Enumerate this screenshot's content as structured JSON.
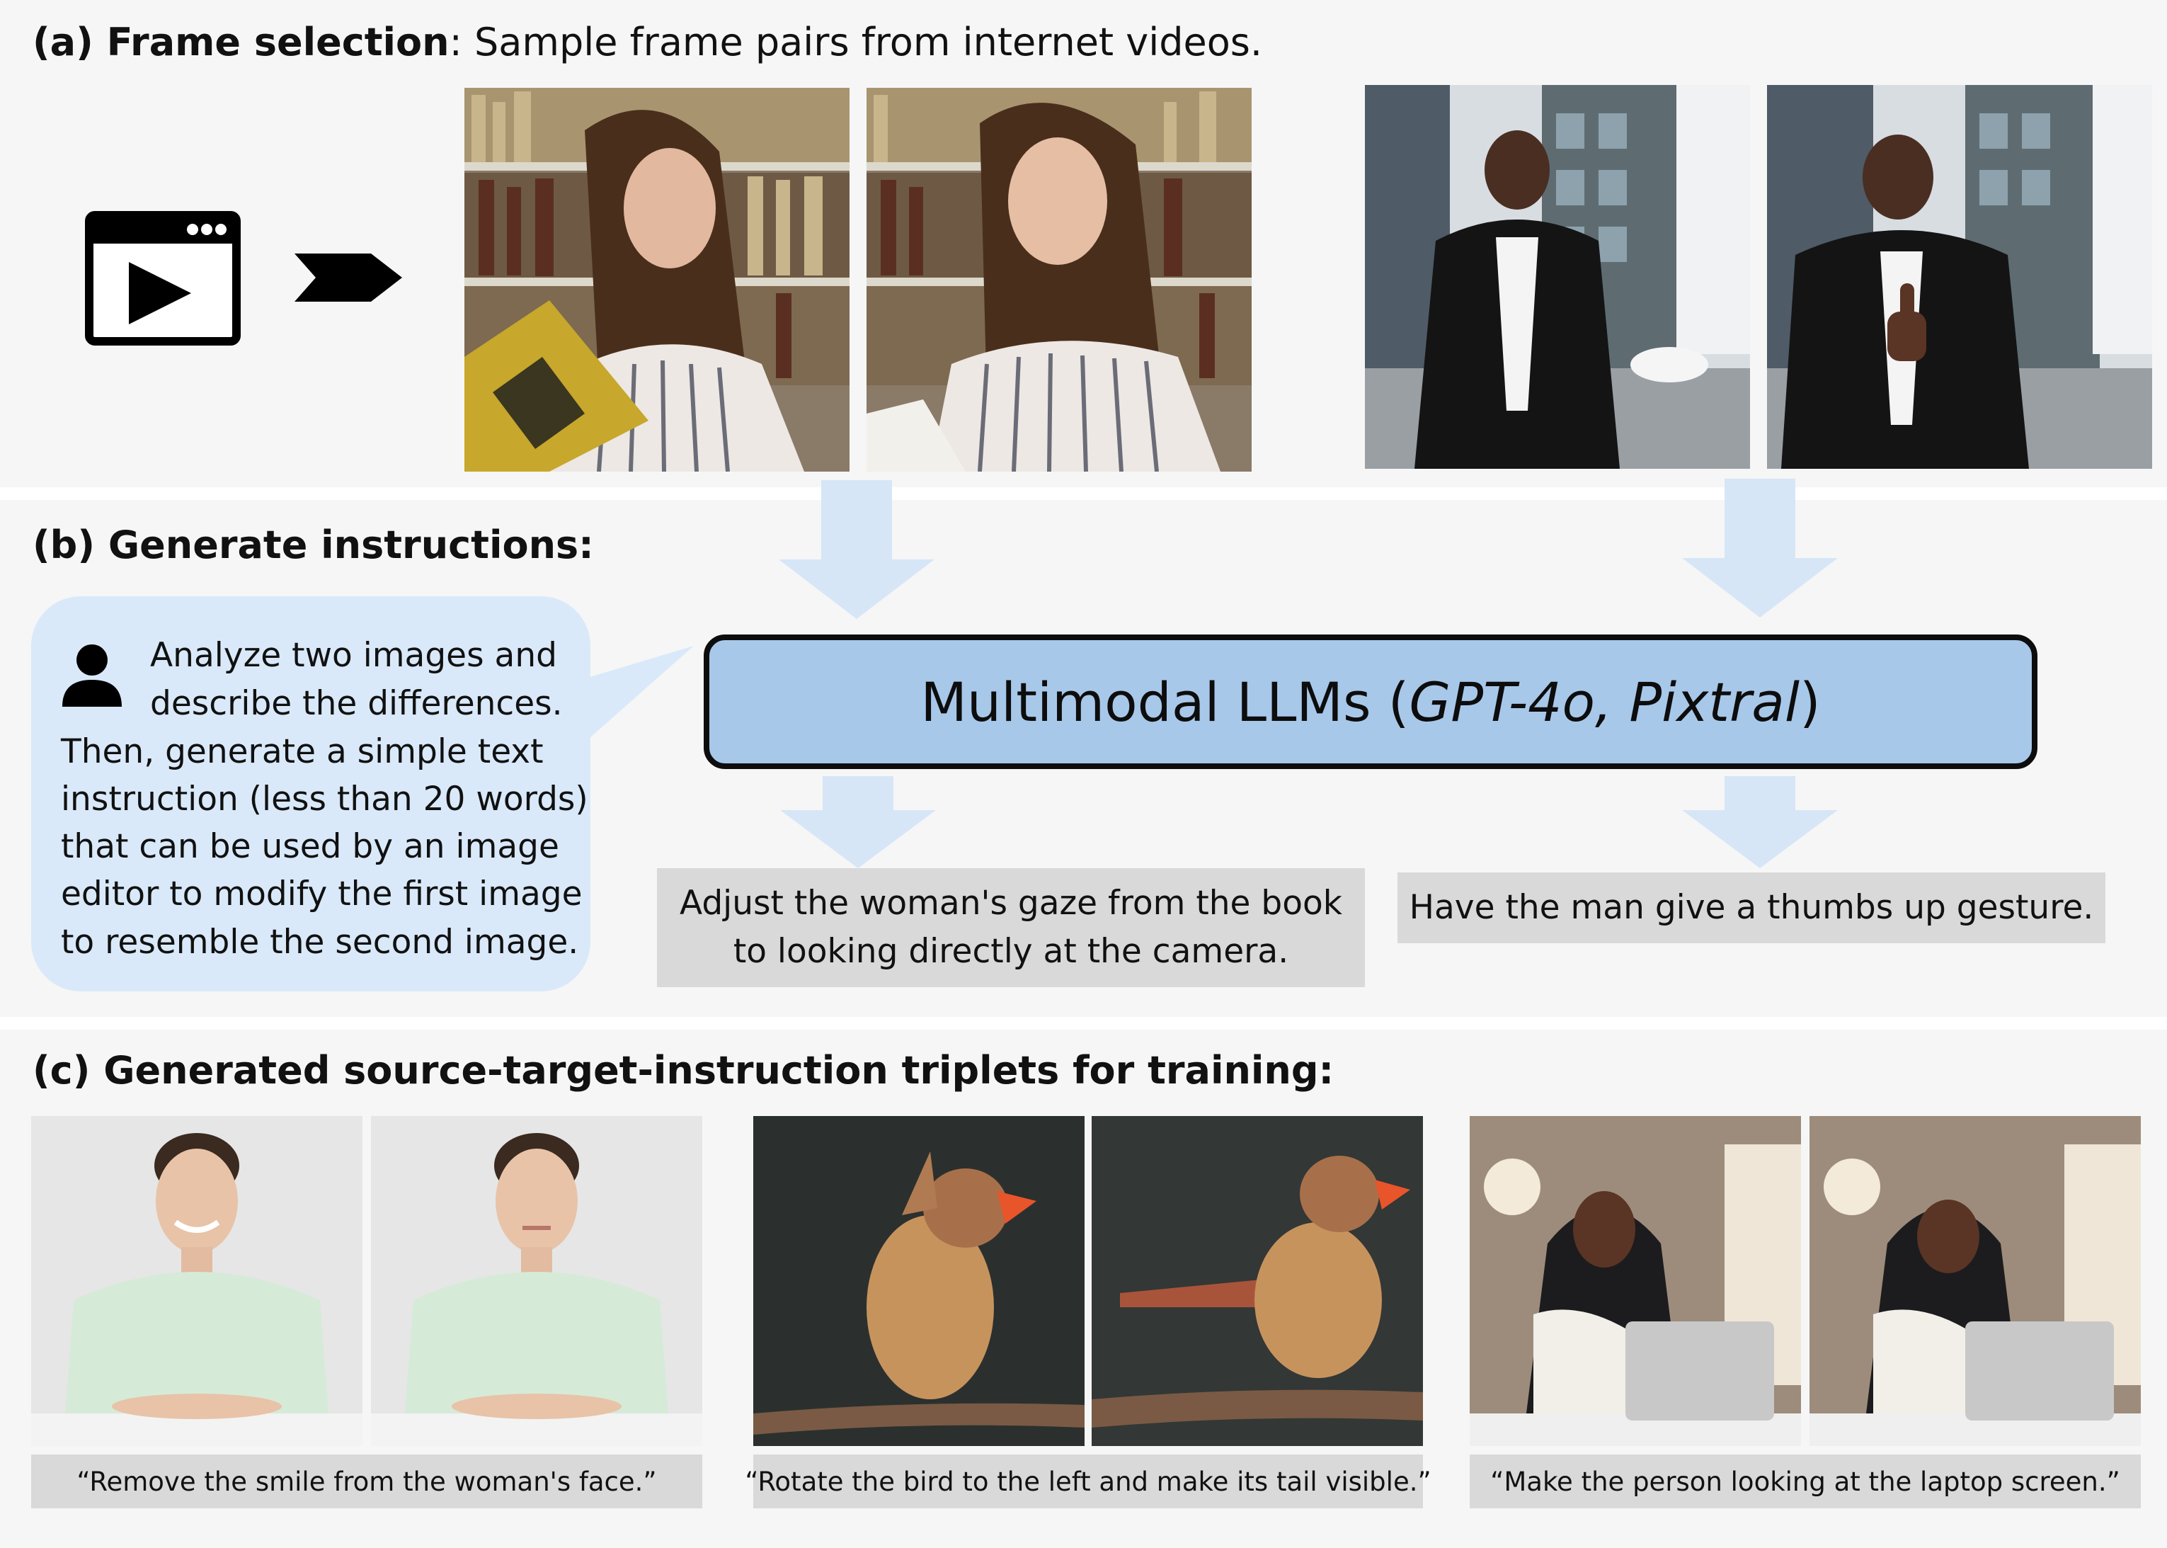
{
  "panel_a": {
    "label": "(a)",
    "title": "Frame selection",
    "subtitle": ": Sample frame pairs from internet videos."
  },
  "panel_b": {
    "label": "(b)",
    "title": "Generate instructions:",
    "prompt_lines": [
      "Analyze two images and",
      "describe the differences.",
      "Then, generate a simple text",
      "instruction (less than 20 words)",
      "that can be used by an image",
      "editor to modify the first image",
      "to resemble the second image."
    ],
    "llm_label": "Multimodal LLMs (",
    "llm_models": "GPT-4o, Pixtral",
    "llm_close": ")",
    "output_1_lines": [
      "Adjust the woman's gaze from the book",
      "to looking directly at the camera."
    ],
    "output_2": "Have the man give a thumbs up gesture."
  },
  "panel_c": {
    "label": "(c)",
    "title": "Generated source-target-instruction triplets for training:",
    "captions": [
      "“Remove the smile from the woman's face.”",
      "“Rotate the bird to the left and make its tail visible.”",
      "“Make the person looking at the laptop screen.”"
    ]
  },
  "icons": {
    "video": "video-player-icon",
    "arrow": "chevron-arrow-icon",
    "person": "person-icon"
  },
  "colors": {
    "llm_fill": "#a8c8ea",
    "bubble_fill": "#d9e9f9",
    "flow_arrow": "#d6e6f7",
    "caption_fill": "#d9d9d9"
  }
}
